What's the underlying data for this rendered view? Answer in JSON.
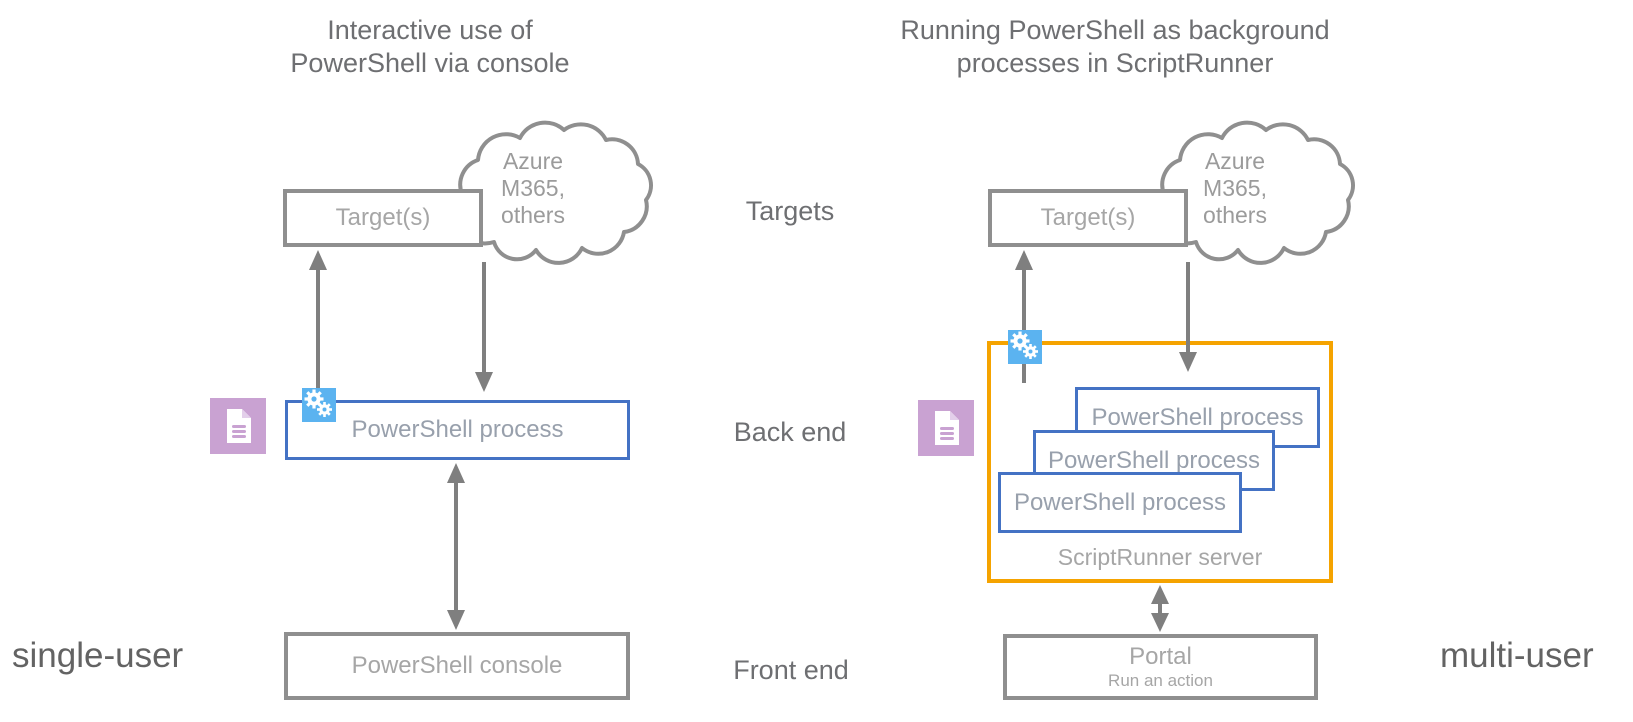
{
  "left_diagram": {
    "title_line1": "Interactive use of",
    "title_line2": "PowerShell via console",
    "cloud": {
      "line1": "Azure",
      "line2": "M365,",
      "line3": "others"
    },
    "target_label": "Target(s)",
    "process_label": "PowerShell process",
    "console_label": "PowerShell console",
    "user_mode": "single-user"
  },
  "middle_labels": {
    "targets": "Targets",
    "back_end": "Back end",
    "front_end": "Front end"
  },
  "right_diagram": {
    "title_line1": "Running PowerShell as background",
    "title_line2": "processes in ScriptRunner",
    "cloud": {
      "line1": "Azure",
      "line2": "M365,",
      "line3": "others"
    },
    "target_label": "Target(s)",
    "process_labels": [
      "PowerShell process",
      "PowerShell process",
      "PowerShell process"
    ],
    "server_label": "ScriptRunner server",
    "portal_label": "Portal",
    "portal_sublabel": "Run an action",
    "user_mode": "multi-user"
  },
  "icons": {
    "gears": "gears-icon",
    "script_document": "script-file-icon",
    "cloud": "cloud-shape"
  },
  "colors": {
    "blue_border": "#4472c4",
    "orange_border": "#f5a300",
    "gray_border": "#8f8f8f",
    "arrow_gray": "#7f7f7f",
    "icon_blue": "#5bb3f0",
    "icon_purple": "#c9a2d2",
    "label_gray": "#a6a6a6",
    "title_gray": "#6e6f72"
  }
}
